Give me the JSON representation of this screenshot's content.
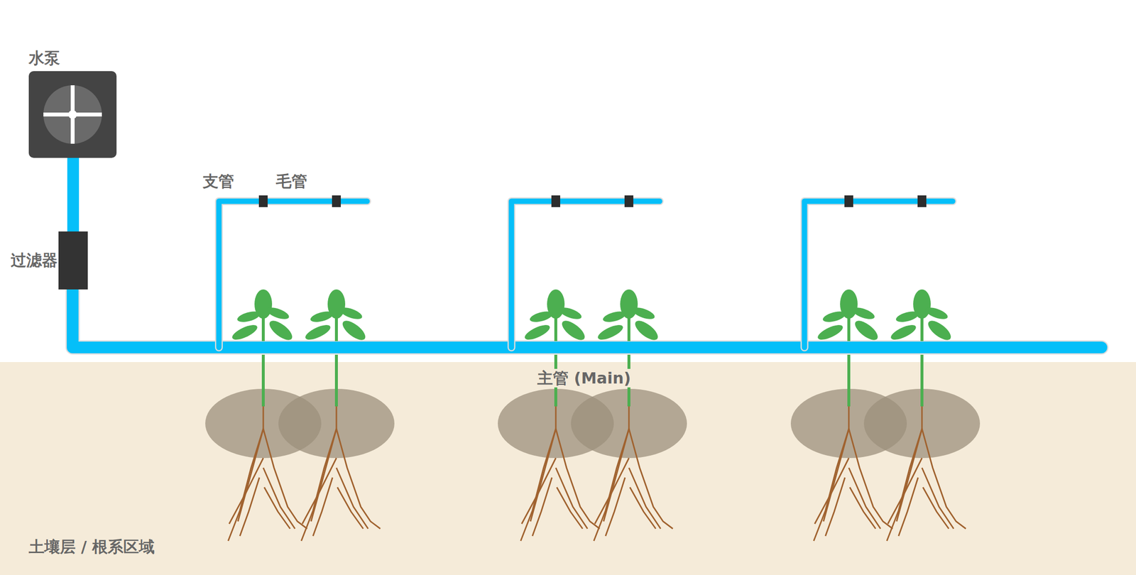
{
  "diagram": {
    "nodes": [
      {
        "text": [
          "水泵"
        ]
      },
      {
        "text": [
          "过滤器"
        ]
      },
      {
        "text": [
          "土壤层 / 根系区域"
        ]
      }
    ],
    "edges": [
      {
        "from": 0,
        "to": 1,
        "arrow": "none"
      }
    ],
    "labels": [
      "支管",
      "毛管",
      "主管 (Main)"
    ]
  }
}
